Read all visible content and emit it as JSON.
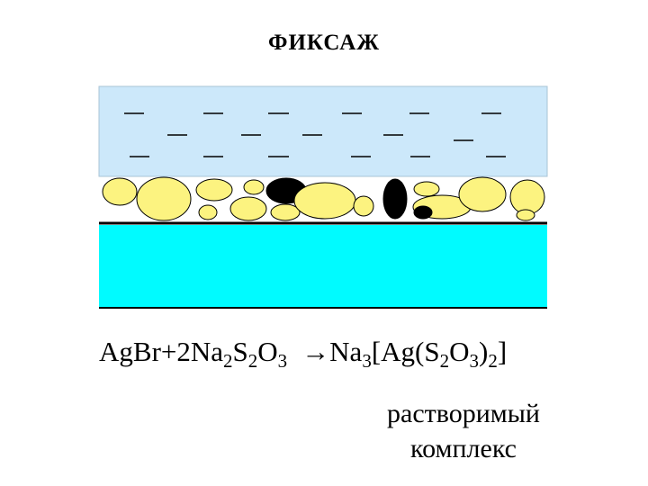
{
  "title": "ФИКСАЖ",
  "formula": {
    "reactant1": "AgBr",
    "plus": "+",
    "coef": "2",
    "na": "Na",
    "na_sub": "2",
    "s": "S",
    "s_sub": "2",
    "o": "O",
    "o_sub": "3",
    "arrow": "→",
    "p_na": "Na",
    "p_na_sub": "3",
    "p_bracket_open": "[Ag(S",
    "p_s_sub": "2",
    "p_o": "O",
    "p_o_sub": "3",
    "p_paren_close": ")",
    "p_sub2": "2",
    "p_bracket_close": "]"
  },
  "caption": {
    "line1": "растворимый",
    "line2": "комплекс"
  },
  "colors": {
    "solution": "#cce8fa",
    "solution_border": "#a9c4d6",
    "crystal": "#fcf380",
    "silver": "#000000",
    "base": "#00fbff",
    "dash": "#000000"
  },
  "particles": {
    "crystal_count": 15,
    "silver_count": 3
  }
}
